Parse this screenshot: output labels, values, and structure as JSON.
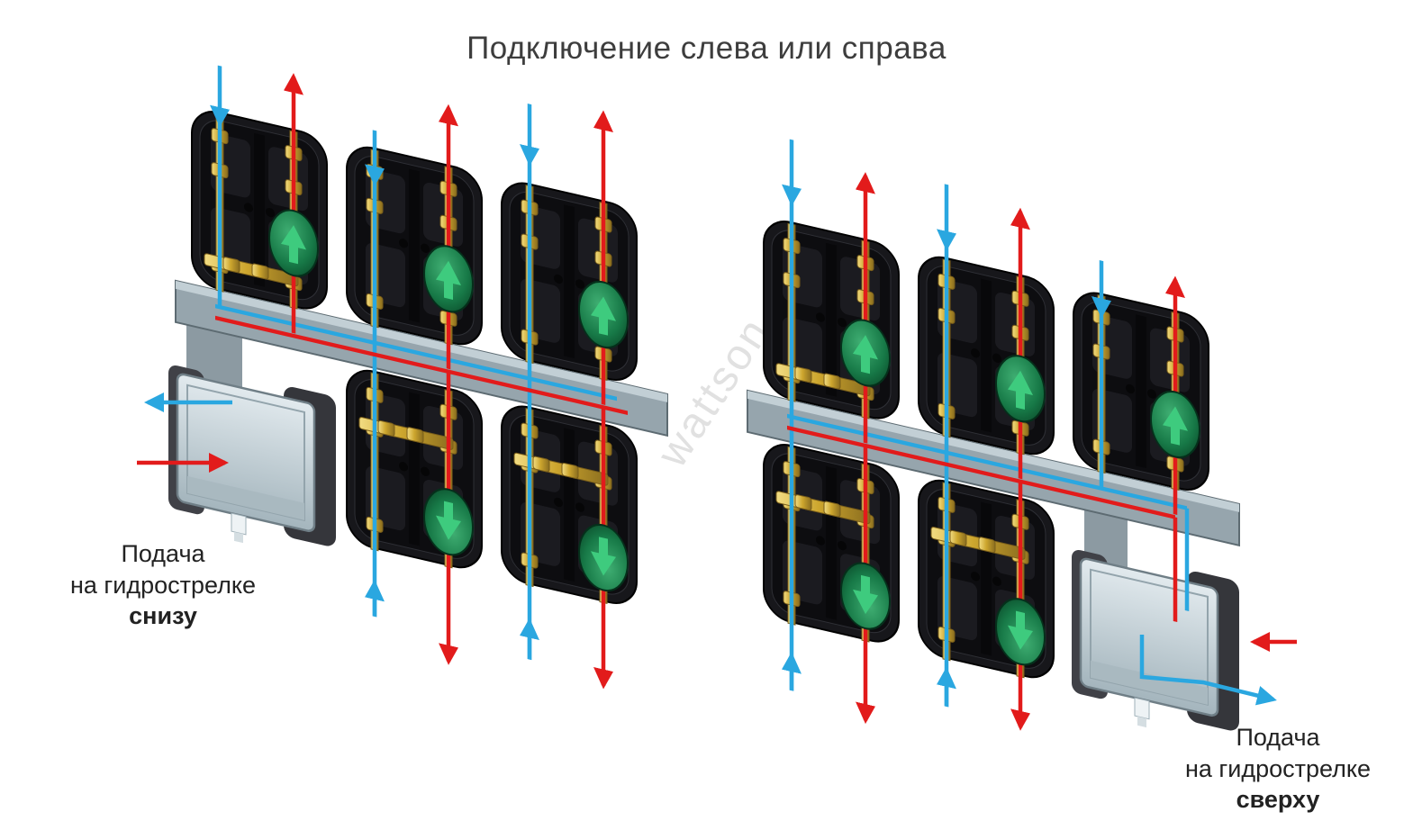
{
  "title": "Подключение слева или справа",
  "watermark": "wattson",
  "captions": {
    "left": {
      "line1": "Подача",
      "line2": "на гидрострелке",
      "line3": "снизу"
    },
    "right": {
      "line1": "Подача",
      "line2": "на гидрострелке",
      "line3": "сверху"
    }
  },
  "colors": {
    "supply_arrow_blue": "#2aa7e0",
    "return_arrow_red": "#e21b1b",
    "pump_green": "#177947",
    "brass_gold": "#c9a227",
    "insulation_black": "#17171b",
    "separator_gray": "#c2ced4",
    "title_text": "#3d3d3d",
    "watermark_gray": "#c9c9c9"
  }
}
